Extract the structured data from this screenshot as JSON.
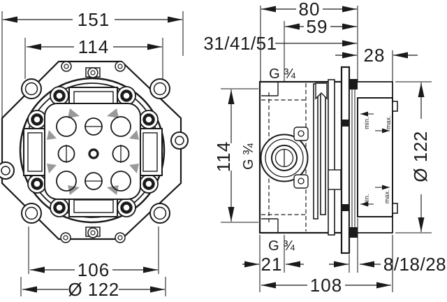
{
  "colors": {
    "line": "#1a1a1a",
    "background": "#ffffff"
  },
  "front_view": {
    "dim_overall_width": "151",
    "dim_upper_width": "114",
    "dim_lower_width": "106",
    "dim_diameter": "Ø 122"
  },
  "side_view": {
    "dim_depth_to_wall_min": "80",
    "dim_depth_inner": "59",
    "dim_installation_depths": "31/41/51",
    "dim_adjust_range": "28",
    "dim_body_height": "114",
    "dim_shield_diameter": "Ø 122",
    "thread_top": "G ¾",
    "thread_side": "G ¾",
    "thread_bottom": "G ¾",
    "min_label_upper": "min.",
    "max_label_upper": "max.",
    "max_label_lower": "max.",
    "min_label_lower": "min.",
    "dim_rear_section": "21",
    "dim_wall_finish_range": "8/18/28",
    "dim_total_depth": "108"
  }
}
